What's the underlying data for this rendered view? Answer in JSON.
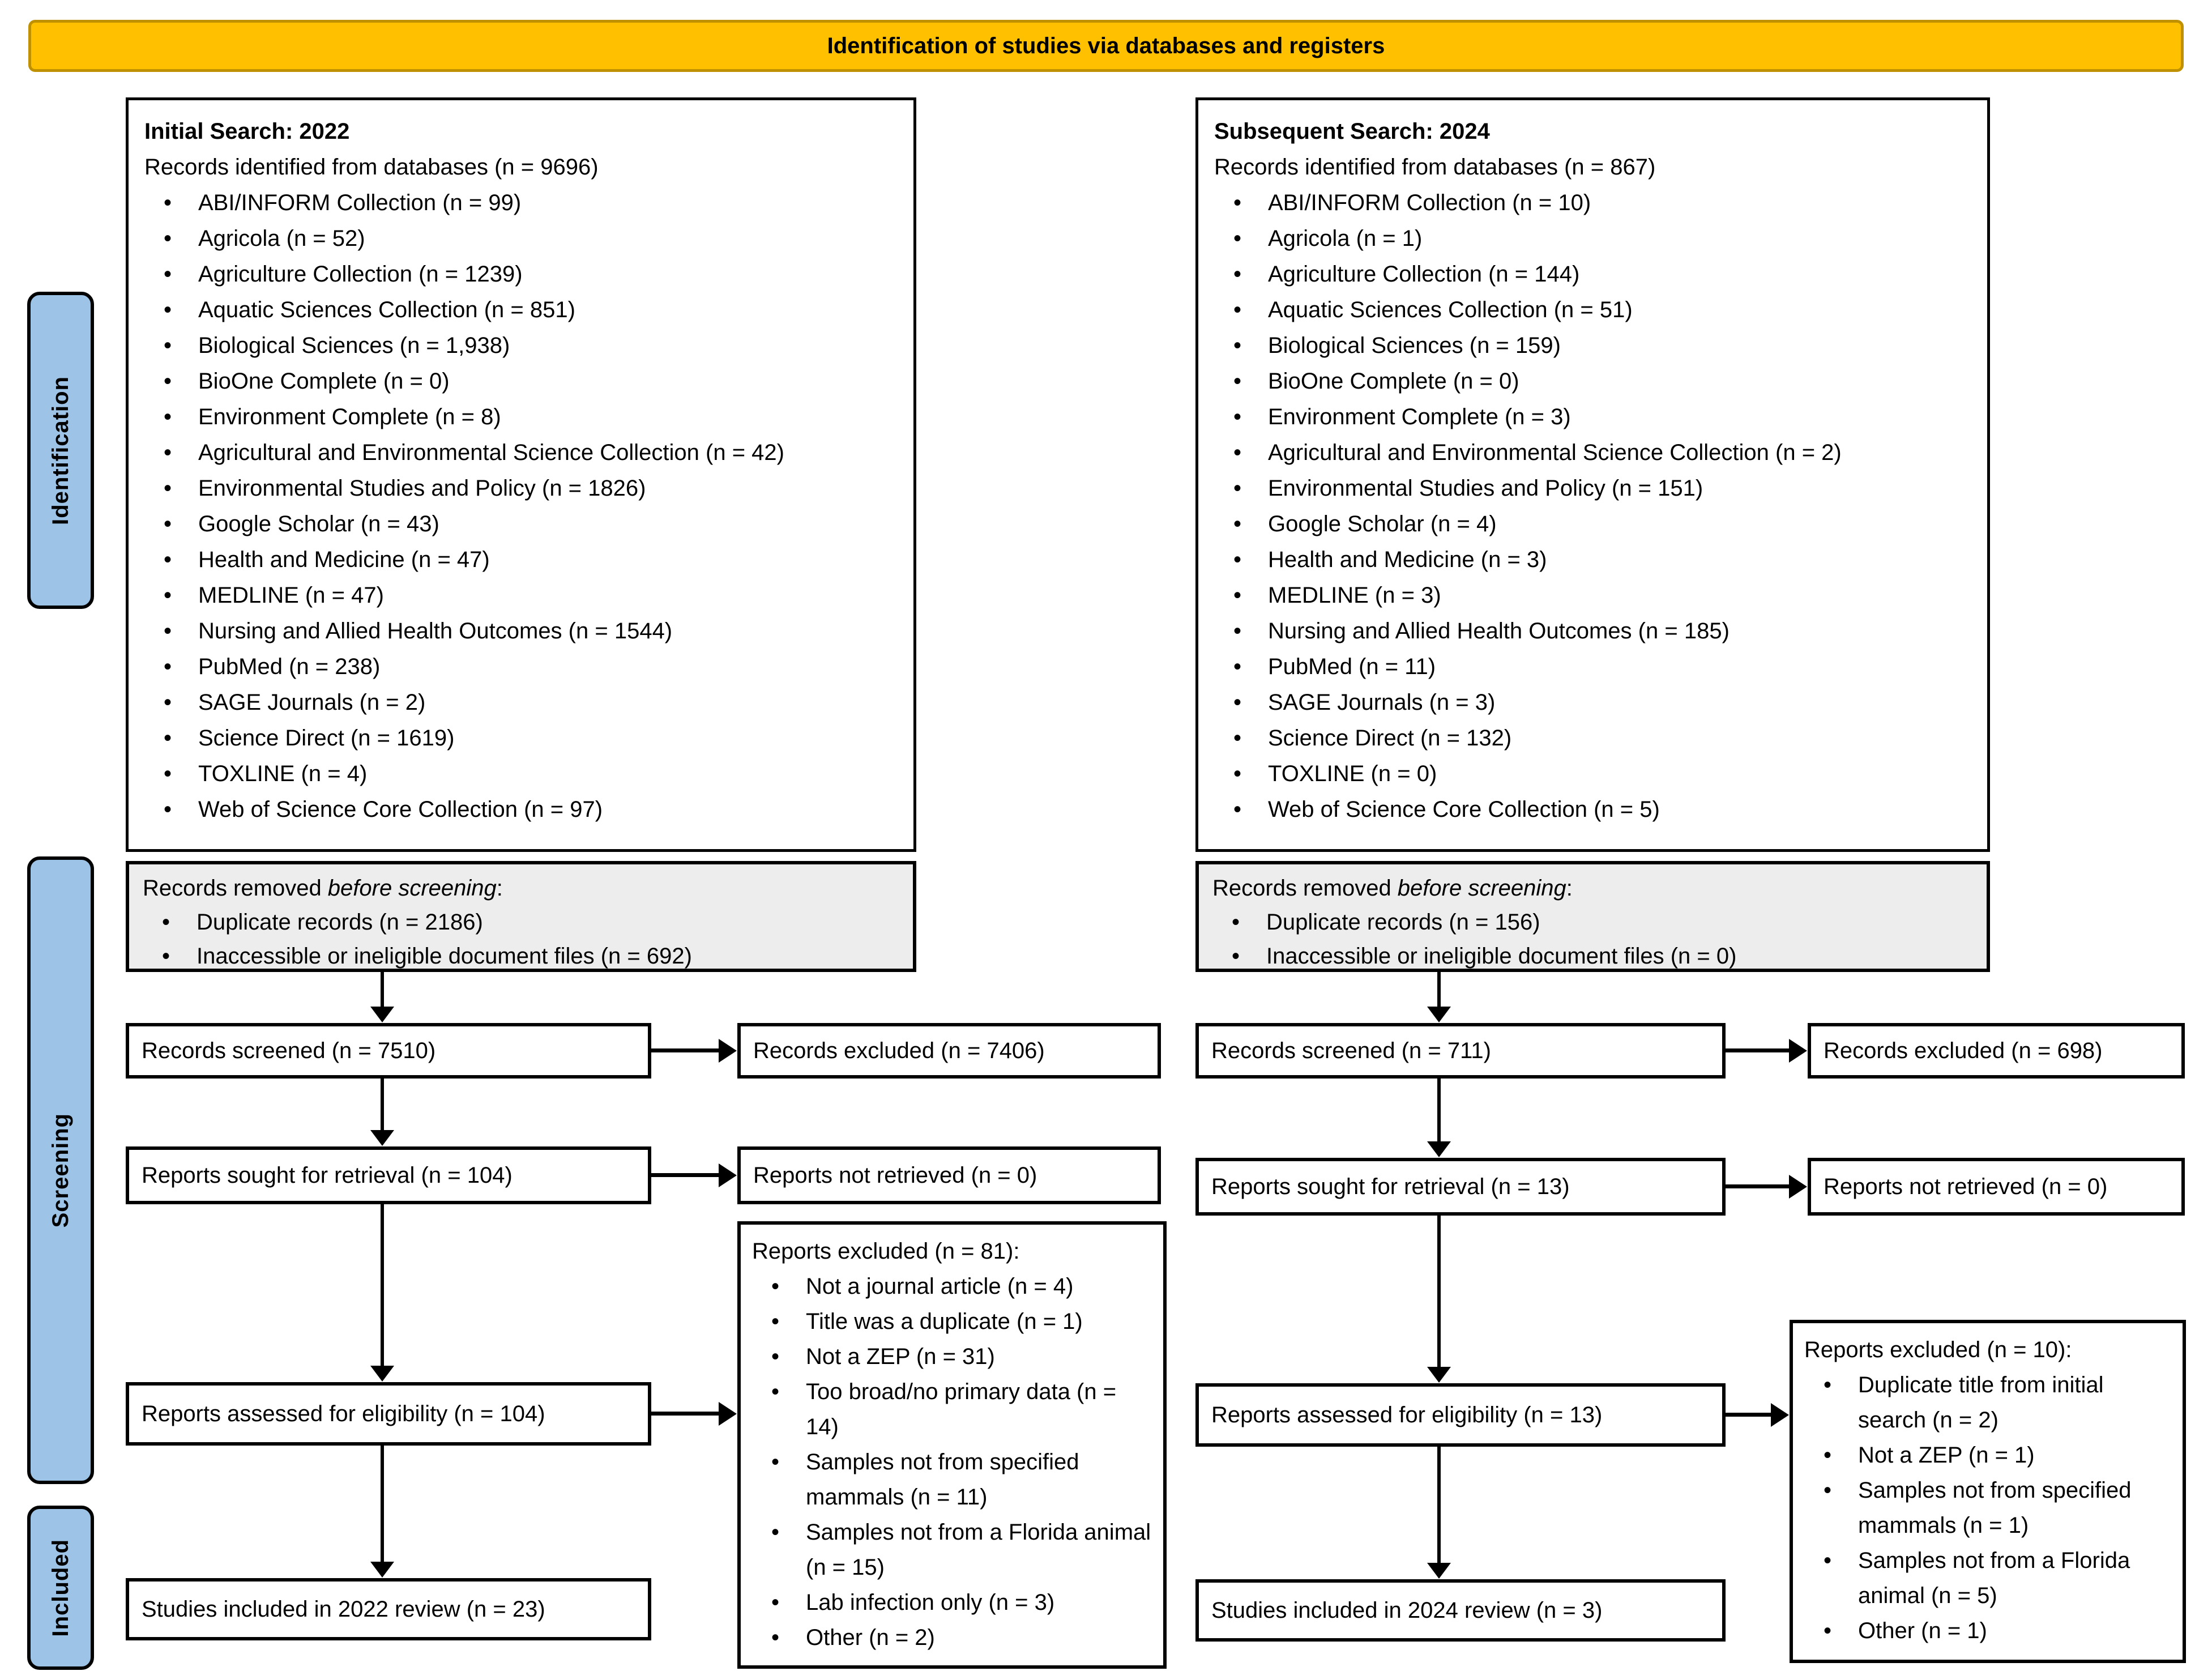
{
  "banner": {
    "title": "Identification of studies via databases and registers"
  },
  "stages": {
    "identification": "Identification",
    "screening": "Screening",
    "included": "Included"
  },
  "colors": {
    "banner": "#FFC000",
    "banner_border": "#BF9000",
    "stage_fill": "#9DC3E6",
    "removed_fill": "#EDEDED"
  },
  "columns": [
    {
      "db": {
        "title": "Initial Search: 2022",
        "subtitle": "Records identified from databases (n = 9696)",
        "sources": [
          "ABI/INFORM Collection (n = 99)",
          "Agricola (n = 52)",
          "Agriculture Collection (n = 1239)",
          "Aquatic Sciences Collection (n = 851)",
          "Biological Sciences (n = 1,938)",
          "BioOne Complete (n = 0)",
          "Environment Complete (n = 8)",
          "Agricultural and Environmental Science Collection (n = 42)",
          "Environmental Studies and Policy (n = 1826)",
          "Google Scholar (n = 43)",
          "Health and Medicine (n = 47)",
          "MEDLINE (n = 47)",
          "Nursing and Allied Health Outcomes (n = 1544)",
          "PubMed (n = 238)",
          "SAGE Journals (n = 2)",
          "Science Direct (n = 1619)",
          "TOXLINE (n = 4)",
          "Web of Science Core Collection (n = 97)"
        ]
      },
      "removed": {
        "prefix": "Records removed ",
        "italic": "before screening",
        "suffix": ":",
        "reasons": [
          "Duplicate records (n = 2186)",
          "Inaccessible or ineligible document files (n = 692)"
        ]
      },
      "screened": "Records screened (n = 7510)",
      "records_excluded": "Records excluded (n = 7406)",
      "sought": "Reports sought for retrieval (n = 104)",
      "not_retrieved": "Reports not retrieved (n = 0)",
      "assessed": "Reports assessed for eligibility (n = 104)",
      "reports_excluded": {
        "title": "Reports excluded (n = 81):",
        "reasons": [
          "Not a journal article (n = 4)",
          "Title was a duplicate (n = 1)",
          "Not a ZEP (n = 31)",
          "Too broad/no primary data (n = 14)",
          "Samples not from specified mammals (n = 11)",
          "Samples not from a Florida animal (n = 15)",
          "Lab infection only (n = 3)",
          "Other (n = 2)"
        ]
      },
      "included": "Studies included in 2022 review (n = 23)"
    },
    {
      "db": {
        "title": "Subsequent Search: 2024",
        "subtitle": "Records identified from databases (n = 867)",
        "sources": [
          "ABI/INFORM Collection (n = 10)",
          "Agricola (n = 1)",
          "Agriculture Collection (n = 144)",
          "Aquatic Sciences Collection (n = 51)",
          "Biological Sciences (n = 159)",
          "BioOne Complete (n = 0)",
          "Environment Complete (n = 3)",
          "Agricultural and Environmental Science Collection (n = 2)",
          "Environmental Studies and Policy (n = 151)",
          "Google Scholar (n = 4)",
          "Health and Medicine (n = 3)",
          "MEDLINE (n = 3)",
          "Nursing and Allied Health Outcomes (n = 185)",
          "PubMed (n = 11)",
          "SAGE Journals (n = 3)",
          "Science Direct (n = 132)",
          "TOXLINE (n = 0)",
          "Web of Science Core Collection (n = 5)"
        ]
      },
      "removed": {
        "prefix": "Records removed ",
        "italic": "before screening",
        "suffix": ":",
        "reasons": [
          "Duplicate records (n = 156)",
          "Inaccessible or ineligible document files (n = 0)"
        ]
      },
      "screened": "Records screened (n = 711)",
      "records_excluded": "Records excluded (n = 698)",
      "sought": "Reports sought for retrieval (n = 13)",
      "not_retrieved": "Reports not retrieved (n = 0)",
      "assessed": "Reports assessed for eligibility (n = 13)",
      "reports_excluded": {
        "title": "Reports excluded (n = 10):",
        "reasons": [
          "Duplicate title from initial search (n = 2)",
          "Not a ZEP (n = 1)",
          "Samples not from specified mammals (n = 1)",
          "Samples not from a Florida animal (n = 5)",
          "Other (n = 1)"
        ]
      },
      "included": "Studies included in 2024 review (n = 3)"
    }
  ]
}
